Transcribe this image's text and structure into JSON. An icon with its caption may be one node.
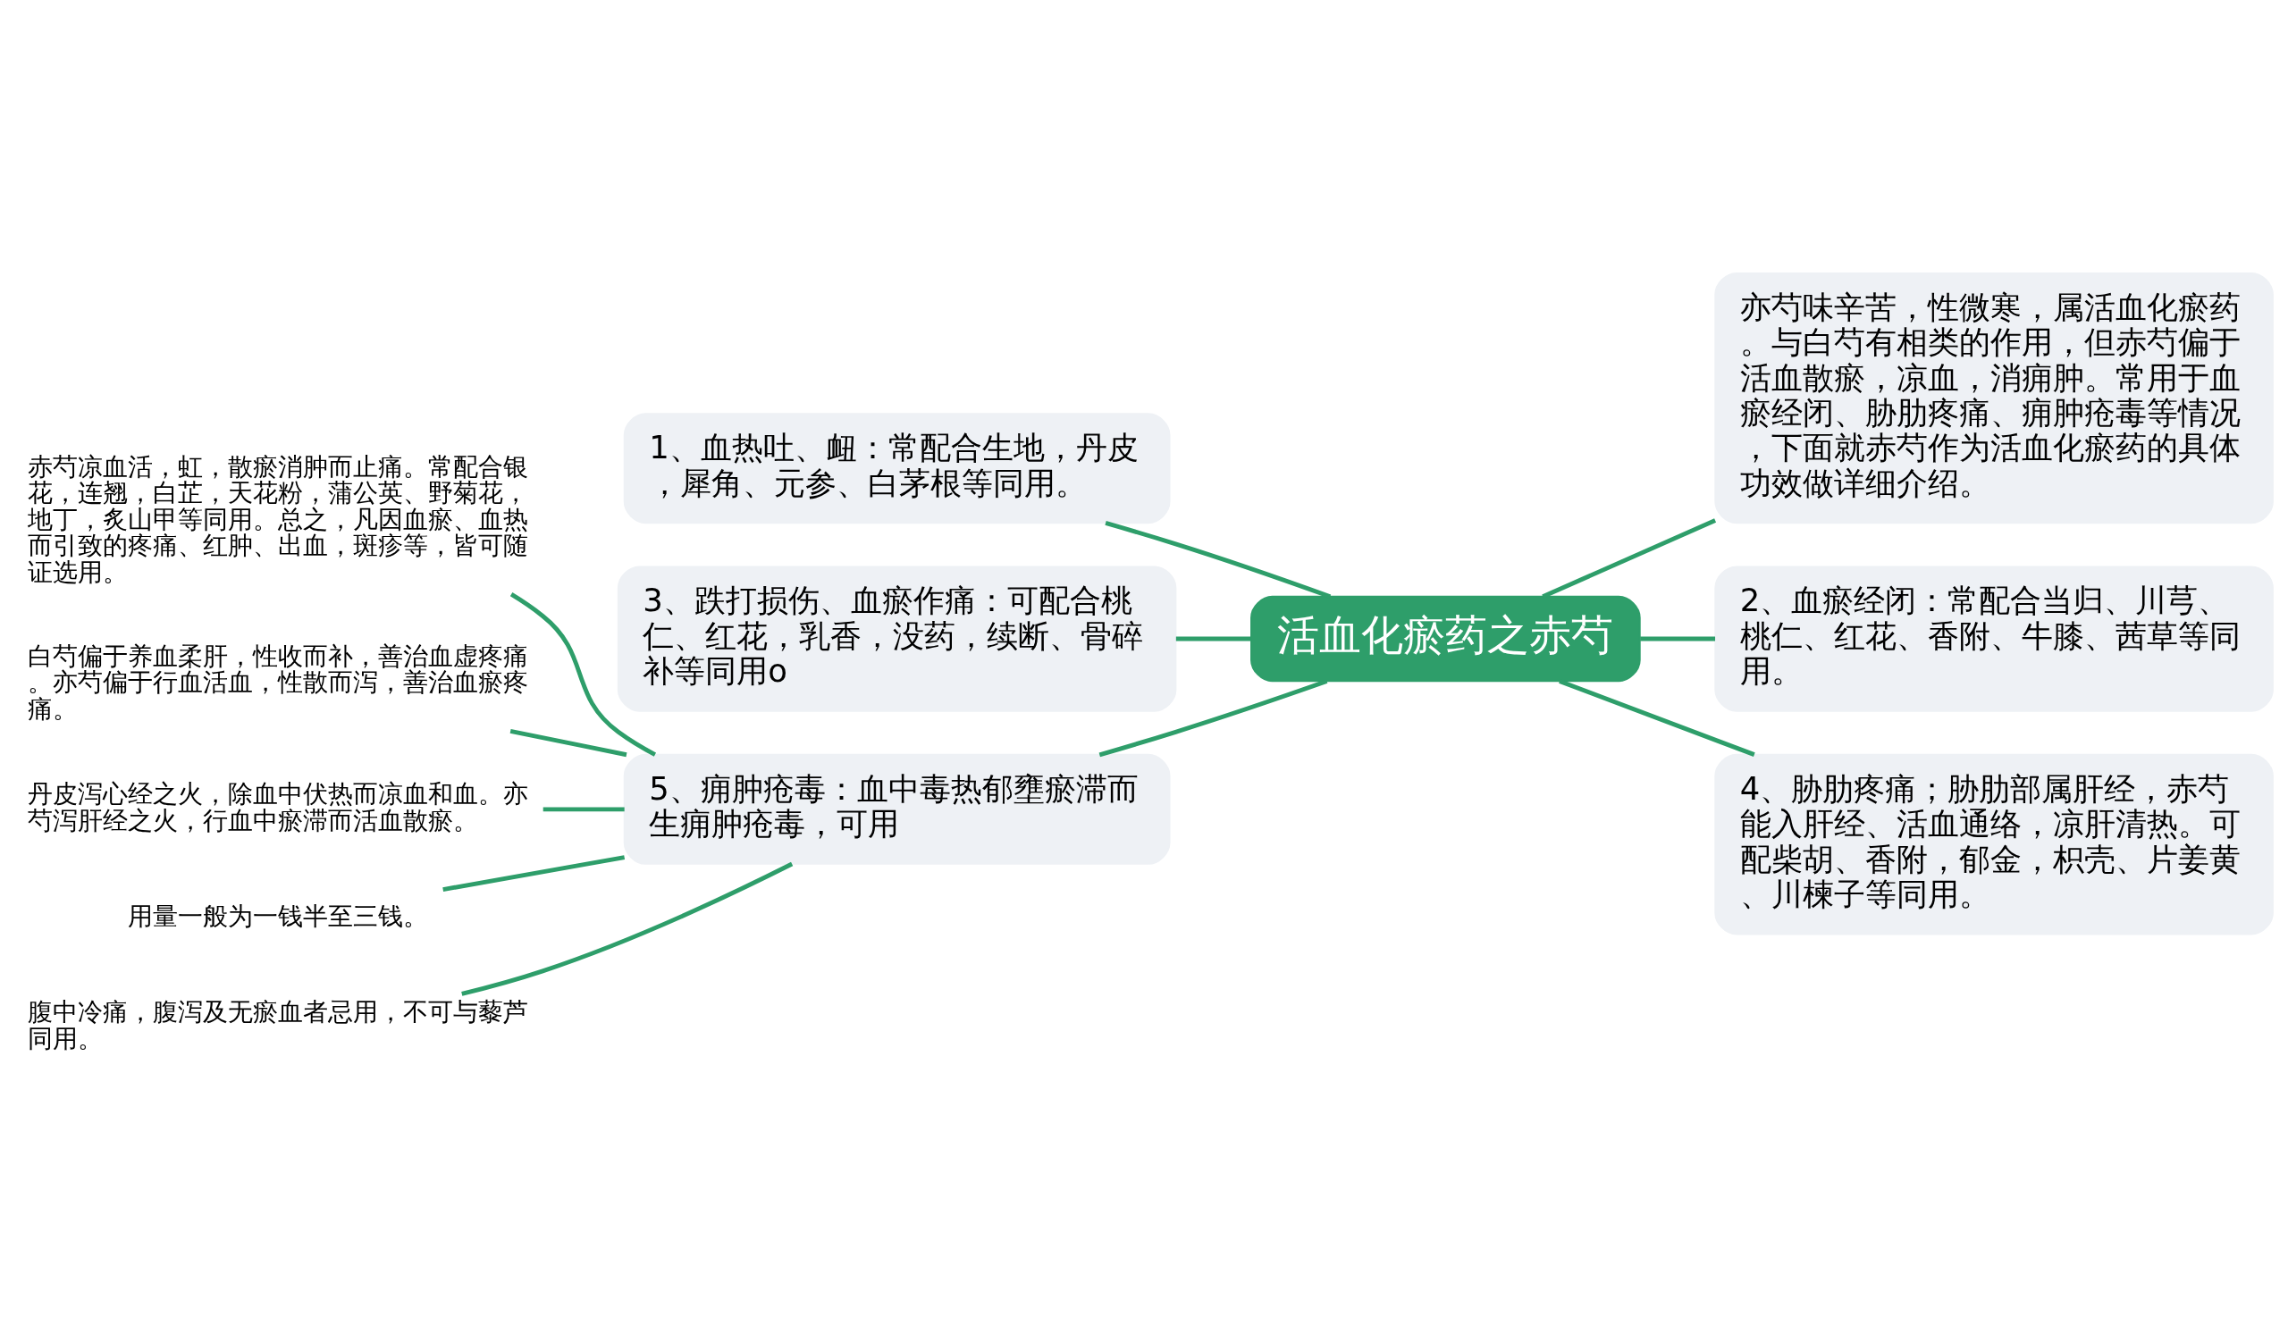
{
  "diagram": {
    "nodes": [
      {
        "text": [
          "活血化瘀药之赤芍"
        ]
      },
      {
        "text": [
          "1、血热吐、衄：常配合生地，丹皮，犀角、元参、白茅根等同用。"
        ]
      },
      {
        "text": [
          "3、跌打损伤、血瘀作痛：可配合桃仁、红花，乳香，没药，续断、骨碎补等同用o"
        ]
      },
      {
        "text": [
          "5、痈肿疮毒：血中毒热郁壅瘀滞而生痈肿疮毒，可用"
        ]
      },
      {
        "text": [
          "赤芍凉血活，虹，散瘀消肿而止痛。常配合银花，连翘，白芷，天花粉，蒲公英、野菊花，地丁，炙山甲等同用。总之，凡因血瘀、血热而引致的疼痛、红肿、出血，斑疹等，皆可随证选用。"
        ]
      },
      {
        "text": [
          "白芍偏于养血柔肝，性收而补，善治血虚疼痛。亦芍偏于行血活血，性散而泻，善治血瘀疼痛。"
        ]
      },
      {
        "text": [
          "丹皮泻心经之火，除血中伏热而凉血和血。亦芍泻肝经之火，行血中瘀滞而活血散瘀。"
        ]
      },
      {
        "text": [
          "用量一般为一钱半至三钱。"
        ]
      },
      {
        "text": [
          "腹中冷痛，腹泻及无瘀血者忌用，不可与藜芦同用。"
        ]
      },
      {
        "text": [
          "亦芍味辛苦，性微寒，属活血化瘀药。与白芍有相类的作用，但赤芍偏于活血散瘀，凉血，消痈肿。常用于血瘀经闭、胁肋疼痛、痈肿疮毒等情况，下面就赤芍作为活血化瘀药的具体功效做详细介绍。"
        ]
      },
      {
        "text": [
          "2、血瘀经闭：常配合当归、川芎、桃仁、红花、香附、牛膝、茜草等同用。"
        ]
      },
      {
        "text": [
          "4、胁肋疼痛；胁肋部属肝经，赤芍能入肝经、活血通络，凉肝清热。可配柴胡、香附，郁金，枳壳、片姜黄、川楝子等同用。"
        ]
      }
    ],
    "edges": [
      {
        "from": 0,
        "to": 1,
        "arrow": "none"
      },
      {
        "from": 0,
        "to": 2,
        "arrow": "none"
      },
      {
        "from": 0,
        "to": 3,
        "arrow": "none"
      },
      {
        "from": 3,
        "to": 4,
        "arrow": "none"
      },
      {
        "from": 3,
        "to": 5,
        "arrow": "none"
      },
      {
        "from": 3,
        "to": 6,
        "arrow": "none"
      },
      {
        "from": 3,
        "to": 7,
        "arrow": "none"
      },
      {
        "from": 3,
        "to": 8,
        "arrow": "none"
      },
      {
        "from": 0,
        "to": 9,
        "arrow": "none"
      },
      {
        "from": 0,
        "to": 10,
        "arrow": "none"
      },
      {
        "from": 0,
        "to": 11,
        "arrow": "none"
      }
    ]
  }
}
